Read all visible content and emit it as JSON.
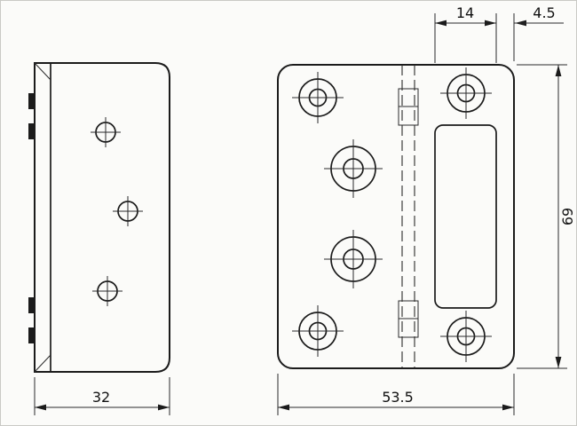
{
  "dimensions": {
    "side_width": "32",
    "front_width": "53.5",
    "slot_width": "14",
    "edge_gap": "4.5",
    "height": "69"
  }
}
